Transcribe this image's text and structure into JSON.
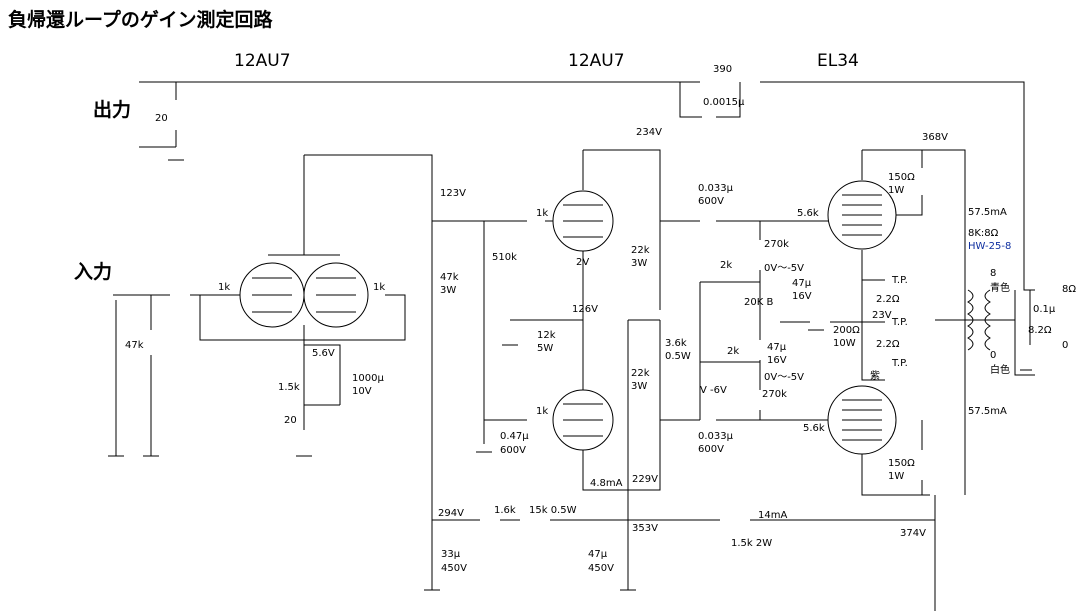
{
  "title": "負帰還ループのゲイン測定回路",
  "tubes": [
    "12AU7",
    "12AU7",
    "EL34"
  ],
  "io": {
    "output": "出力",
    "input": "入力"
  },
  "labels": {
    "r390": "390",
    "c0015": "0.0015μ",
    "r20_out": "20",
    "v234": "234V",
    "v368": "368V",
    "v123": "123V",
    "c_coup_a": "0.033μ",
    "c_coup_a_v": "600V",
    "r1k_a": "1k",
    "r56k_a": "5.6k",
    "r150_a": "150Ω",
    "r150_a_w": "1W",
    "i575_a": "57.5mA",
    "ot_imp": "8K:8Ω",
    "ot_model": "HW-25-8",
    "r510k": "510k",
    "r22k_a": "22k",
    "r22k_a_w": "3W",
    "r270k_a": "270k",
    "r2k_a": "2k",
    "bias_a": "0V～-5V",
    "c47_a": "47μ",
    "c47_a_v": "16V",
    "tp1": "T.P.",
    "r22_a": "2.2Ω",
    "v2": "2V",
    "r47k_b": "47k",
    "r47k_b_w": "3W",
    "tap8": "8",
    "blue": "青色",
    "c01": "0.1μ",
    "out8": "8Ω",
    "r1k_in": "1k",
    "r1k_in2": "1k",
    "r20kB": "20K B",
    "v126": "126V",
    "v23": "23V",
    "r200": "200Ω",
    "r200_w": "10W",
    "tp2": "T.P.",
    "r82": "8.2Ω",
    "out0": "0",
    "r47k_in": "47k",
    "r12k": "12k",
    "r12k_w": "5W",
    "r36k": "3.6k",
    "r36k_w": "0.5W",
    "v56": "5.6V",
    "r22k_b": "22k",
    "r22k_b_w": "3W",
    "r2k_b": "2k",
    "c47_b": "47μ",
    "c47_b_v": "16V",
    "r22_b": "2.2Ω",
    "tp3": "T.P.",
    "tap0": "0",
    "white": "白色",
    "purple": "紫",
    "c1000": "1000μ",
    "c1000_v": "10V",
    "r15k": "1.5k",
    "vneg6": "V -6V",
    "bias_b": "0V～-5V",
    "r270k_b": "270k",
    "r1k_b": "1k",
    "r20_cath": "20",
    "i575_b": "57.5mA",
    "c047": "0.47μ",
    "c047_v": "600V",
    "c_coup_b": "0.033μ",
    "c_coup_b_v": "600V",
    "r56k_b": "5.6k",
    "r150_b": "150Ω",
    "r150_b_w": "1W",
    "i48": "4.8mA",
    "v229": "229V",
    "v294": "294V",
    "r16k": "1.6k",
    "r15k_05": "15k 0.5W",
    "i14": "14mA",
    "v353": "353V",
    "r15k_2w": "1.5k 2W",
    "v374": "374V",
    "c33": "33μ",
    "c33_v": "450V",
    "c47_p": "47μ",
    "c47_p_v": "450V"
  }
}
